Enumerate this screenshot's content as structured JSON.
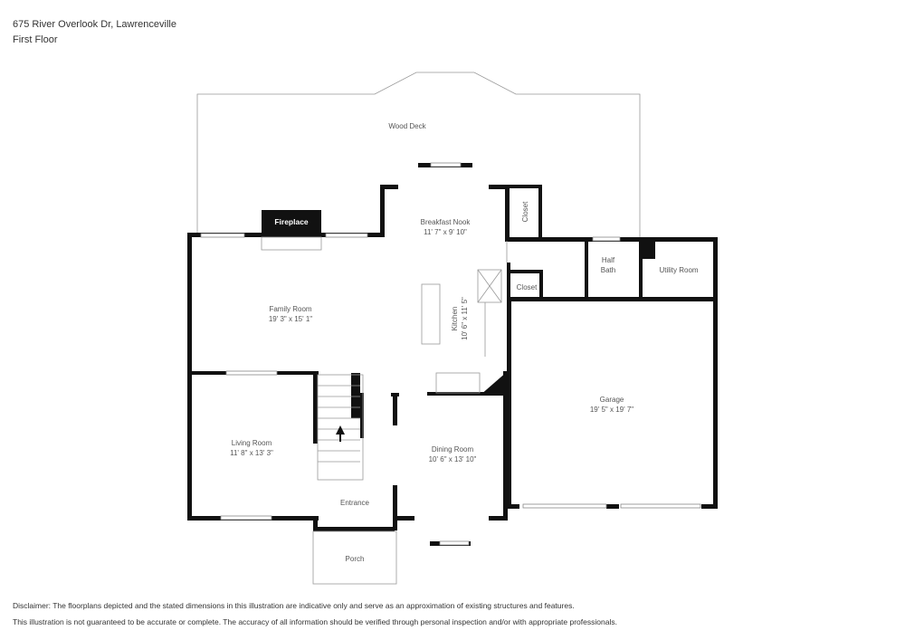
{
  "header": {
    "address": "675 River Overlook Dr, Lawrenceville",
    "floor": "First Floor"
  },
  "rooms": {
    "wood_deck": {
      "name": "Wood Deck"
    },
    "fireplace": {
      "name": "Fireplace"
    },
    "breakfast_nook": {
      "name": "Breakfast Nook",
      "dims": "11' 7\" x 9' 10\""
    },
    "closet_upper": {
      "name": "Closet"
    },
    "closet_lower": {
      "name": "Closet"
    },
    "half_bath": {
      "name_line1": "Half",
      "name_line2": "Bath"
    },
    "utility_room": {
      "name": "Utility Room"
    },
    "family_room": {
      "name": "Family Room",
      "dims": "19' 3\" x 15' 1\""
    },
    "kitchen": {
      "name": "Kitchen",
      "dims": "10' 6\" x 11' 5\""
    },
    "garage": {
      "name": "Garage",
      "dims": "19' 5\" x 19' 7\""
    },
    "living_room": {
      "name": "Living Room",
      "dims": "11' 8\" x 13' 3\""
    },
    "dining_room": {
      "name": "Dining Room",
      "dims": "10' 6\" x 13' 10\""
    },
    "entrance": {
      "name": "Entrance"
    },
    "porch": {
      "name": "Porch"
    }
  },
  "disclaimer": {
    "line1": "Disclaimer: The floorplans depicted and the stated dimensions in this illustration are indicative only and serve as an approximation of existing structures and features.",
    "line2": "This illustration is not guaranteed to be accurate or complete. The accuracy of all information should be verified through personal inspection and/or with appropriate professionals."
  }
}
